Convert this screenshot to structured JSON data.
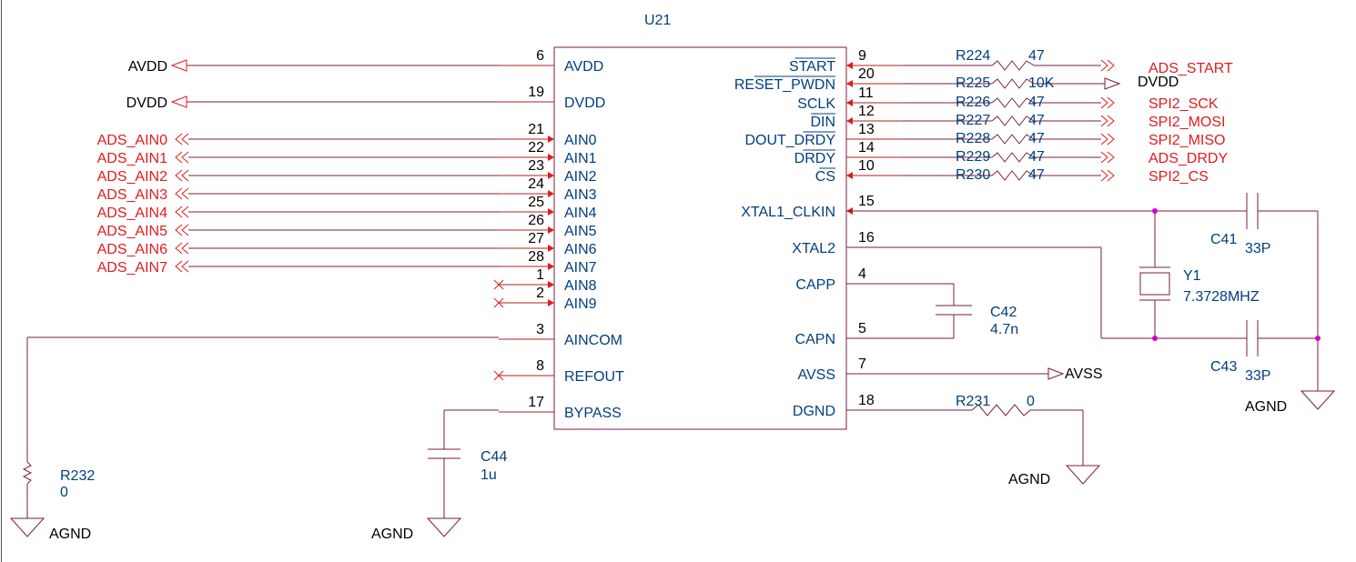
{
  "chip": {
    "ref": "U21",
    "left_pins": [
      {
        "num": "6",
        "name": "AVDD",
        "net": "AVDD",
        "net_color": "#000000",
        "conn": "port-out"
      },
      {
        "num": "19",
        "name": "DVDD",
        "net": "DVDD",
        "net_color": "#000000",
        "conn": "port-out"
      },
      {
        "num": "21",
        "name": "AIN0",
        "net": "ADS_AIN0",
        "net_color": "#e21b1b",
        "conn": "offpage"
      },
      {
        "num": "22",
        "name": "AIN1",
        "net": "ADS_AIN1",
        "net_color": "#e21b1b",
        "conn": "offpage"
      },
      {
        "num": "23",
        "name": "AIN2",
        "net": "ADS_AIN2",
        "net_color": "#e21b1b",
        "conn": "offpage"
      },
      {
        "num": "24",
        "name": "AIN3",
        "net": "ADS_AIN3",
        "net_color": "#e21b1b",
        "conn": "offpage"
      },
      {
        "num": "25",
        "name": "AIN4",
        "net": "ADS_AIN4",
        "net_color": "#e21b1b",
        "conn": "offpage"
      },
      {
        "num": "26",
        "name": "AIN5",
        "net": "ADS_AIN5",
        "net_color": "#e21b1b",
        "conn": "offpage"
      },
      {
        "num": "27",
        "name": "AIN6",
        "net": "ADS_AIN6",
        "net_color": "#e21b1b",
        "conn": "offpage"
      },
      {
        "num": "28",
        "name": "AIN7",
        "net": "ADS_AIN7",
        "net_color": "#e21b1b",
        "conn": "offpage"
      },
      {
        "num": "1",
        "name": "AIN8",
        "net": "",
        "net_color": "#000000",
        "conn": "nc"
      },
      {
        "num": "2",
        "name": "AIN9",
        "net": "",
        "net_color": "#000000",
        "conn": "nc"
      },
      {
        "num": "3",
        "name": "AINCOM",
        "net": "",
        "net_color": "#000000",
        "conn": "wire"
      },
      {
        "num": "8",
        "name": "REFOUT",
        "net": "",
        "net_color": "#000000",
        "conn": "nc"
      },
      {
        "num": "17",
        "name": "BYPASS",
        "net": "",
        "net_color": "#000000",
        "conn": "wire"
      }
    ],
    "right_pins": [
      {
        "num": "9",
        "name": "START",
        "overbar": "",
        "resistor": "R224",
        "value": "47",
        "net": "ADS_START",
        "net_color": "#e21b1b"
      },
      {
        "num": "20",
        "name": "RESET_PWDN",
        "overbar": "all",
        "resistor": "R225",
        "value": "10K",
        "net": "DVDD",
        "net_color": "#000000"
      },
      {
        "num": "11",
        "name": "SCLK",
        "overbar": "",
        "resistor": "R226",
        "value": "47",
        "net": "SPI2_SCK",
        "net_color": "#e21b1b"
      },
      {
        "num": "12",
        "name": "DIN",
        "overbar": "",
        "resistor": "R227",
        "value": "47",
        "net": "SPI2_MOSI",
        "net_color": "#e21b1b"
      },
      {
        "num": "13",
        "name": "DOUT_DRDY",
        "overbar": "part",
        "resistor": "R228",
        "value": "47",
        "net": "SPI2_MISO",
        "net_color": "#e21b1b"
      },
      {
        "num": "14",
        "name": "DRDY",
        "overbar": "all",
        "resistor": "R229",
        "value": "47",
        "net": "ADS_DRDY",
        "net_color": "#e21b1b"
      },
      {
        "num": "10",
        "name": "CS",
        "overbar": "all",
        "resistor": "R230",
        "value": "47",
        "net": "SPI2_CS",
        "net_color": "#e21b1b"
      },
      {
        "num": "15",
        "name": "XTAL1_CLKIN"
      },
      {
        "num": "16",
        "name": "XTAL2"
      },
      {
        "num": "4",
        "name": "CAPP"
      },
      {
        "num": "5",
        "name": "CAPN"
      },
      {
        "num": "7",
        "name": "AVSS",
        "net": "AVSS"
      },
      {
        "num": "18",
        "name": "DGND"
      }
    ]
  },
  "components": {
    "c41": {
      "ref": "C41",
      "value": "33P"
    },
    "c43": {
      "ref": "C43",
      "value": "33P"
    },
    "y1": {
      "ref": "Y1",
      "value": "7.3728MHZ"
    },
    "c42": {
      "ref": "C42",
      "value": "4.7n"
    },
    "c44": {
      "ref": "C44",
      "value": "1u"
    },
    "r231": {
      "ref": "R231",
      "value": "0"
    },
    "r232": {
      "ref": "R232",
      "value": "0"
    }
  },
  "grounds": {
    "g1": "AGND",
    "g2": "AGND",
    "g3": "AGND",
    "g4": "AGND"
  }
}
